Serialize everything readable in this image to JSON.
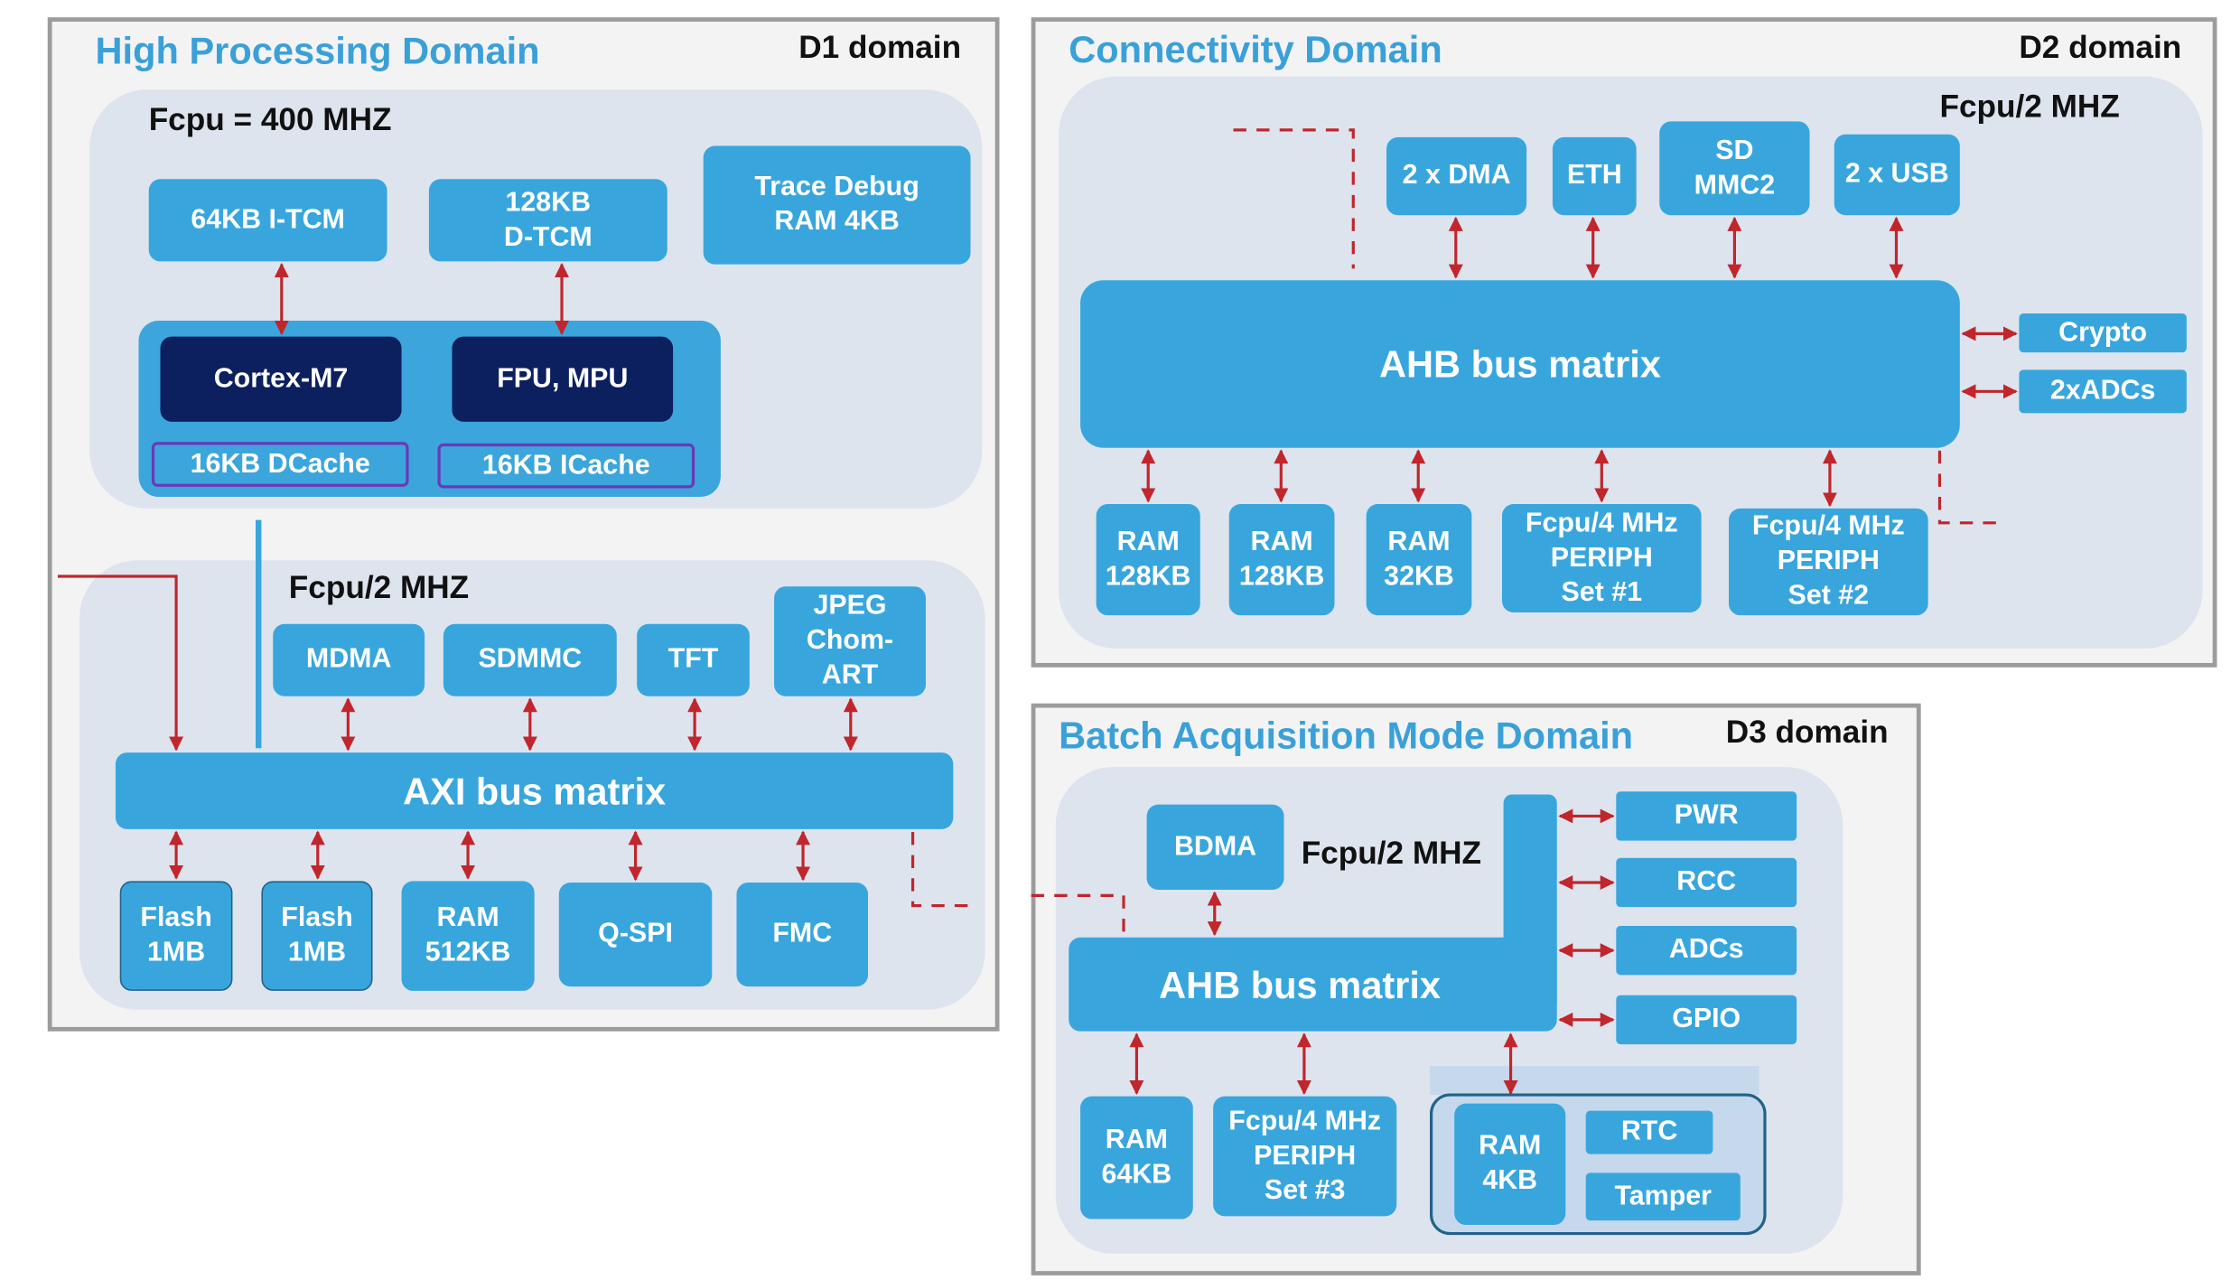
{
  "colors": {
    "block": "#38a6dd",
    "core_block": "#0c1f5e",
    "region": "#dde4ee",
    "title": "#3aa0d8",
    "arrow": "#c0262c",
    "cache_border": "#6b38b8"
  },
  "d1": {
    "title": "High Processing Domain",
    "label": "D1 domain",
    "core_freq": "Fcpu = 400 MHZ",
    "bus_freq": "Fcpu/2 MHZ",
    "itcm": "64KB I-TCM",
    "dtcm": "128KB\nD-TCM",
    "trace": "Trace Debug\nRAM 4KB",
    "cortex": "Cortex-M7",
    "fpu": "FPU, MPU",
    "dcache": "16KB DCache",
    "icache": "16KB ICache",
    "mdma": "MDMA",
    "sdmmc": "SDMMC",
    "tft": "TFT",
    "jpeg": "JPEG\nChom-\nART",
    "axi": "AXI bus matrix",
    "flash1": "Flash\n1MB",
    "flash2": "Flash\n1MB",
    "ram512": "RAM\n512KB",
    "qspi": "Q-SPI",
    "fmc": "FMC"
  },
  "d2": {
    "title": "Connectivity Domain",
    "label": "D2 domain",
    "freq": "Fcpu/2 MHZ",
    "dma": "2 x DMA",
    "eth": "ETH",
    "sdmmc2": "SD\nMMC2",
    "usb": "2 x USB",
    "ahb": "AHB bus matrix",
    "crypto": "Crypto",
    "adcs": "2xADCs",
    "ram1": "RAM\n128KB",
    "ram2": "RAM\n128KB",
    "ram3": "RAM\n32KB",
    "periph1": "Fcpu/4 MHz\nPERIPH\nSet #1",
    "periph2": "Fcpu/4 MHz\nPERIPH\nSet #2"
  },
  "d3": {
    "title": "Batch Acquisition Mode Domain",
    "label": "D3 domain",
    "freq": "Fcpu/2 MHZ",
    "bdma": "BDMA",
    "ahb": "AHB bus matrix",
    "pwr": "PWR",
    "rcc": "RCC",
    "adcs": "ADCs",
    "gpio": "GPIO",
    "ram64": "RAM\n64KB",
    "periph3": "Fcpu/4 MHz\nPERIPH\nSet #3",
    "ram4": "RAM\n4KB",
    "rtc": "RTC",
    "tamper": "Tamper"
  }
}
